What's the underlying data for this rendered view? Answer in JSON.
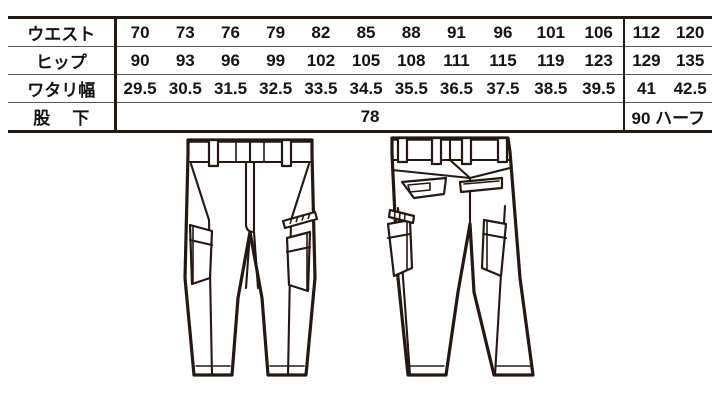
{
  "table": {
    "rows": [
      {
        "label": "ウエスト",
        "label_name": "waist",
        "values": [
          "70",
          "73",
          "76",
          "79",
          "82",
          "85",
          "88",
          "91",
          "96",
          "101",
          "106"
        ],
        "big_values": [
          "112",
          "120"
        ]
      },
      {
        "label": "ヒップ",
        "label_name": "hip",
        "values": [
          "90",
          "93",
          "96",
          "99",
          "102",
          "105",
          "108",
          "111",
          "115",
          "119",
          "123"
        ],
        "big_values": [
          "129",
          "135"
        ]
      },
      {
        "label": "ワタリ幅",
        "label_name": "thigh-width",
        "values": [
          "29.5",
          "30.5",
          "31.5",
          "32.5",
          "33.5",
          "34.5",
          "35.5",
          "36.5",
          "37.5",
          "38.5",
          "39.5"
        ],
        "big_values": [
          "41",
          "42.5"
        ]
      },
      {
        "label_parts": [
          "股",
          "下"
        ],
        "label_name": "inseam",
        "merged_value": "78",
        "big_merged_value": "90 ハーフ"
      }
    ]
  },
  "illustrations": {
    "front": {
      "name": "pants-front-view",
      "caption": ""
    },
    "back": {
      "name": "pants-back-view",
      "caption": ""
    }
  },
  "colors": {
    "ink": "#231815",
    "rule": "#5a5250",
    "paper": "#ffffff"
  }
}
